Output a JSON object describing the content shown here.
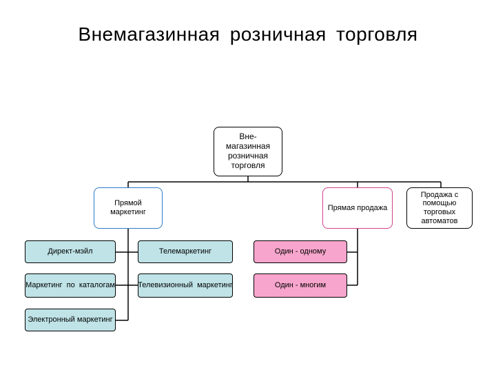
{
  "title": "Внемагазинная  розничная  торговля",
  "nodes": {
    "root": "Вне-\nмагазинная\nрозничная\nторговля",
    "direct_marketing": "Прямой\nмаркетинг",
    "direct_sale": "Прямая продажа",
    "vending": "Продажа с\nпомощью\nторговых\nавтоматов",
    "direct_mail": "Директ-мэйл",
    "telemarketing": "Телемаркетинг",
    "one_to_one": "Один - одному",
    "catalog_marketing": "Маркетинг  по  каталогам",
    "tv_marketing": "Телевизионный  маркетинг",
    "one_to_many": "Один - многим",
    "online_marketing": "Электронный маркетинг"
  },
  "colors": {
    "direct_marketing_border": "#2e79c7",
    "direct_sale_border": "#d0408a",
    "teal_fill": "#bfe3e7",
    "pink_fill": "#f7a5cc"
  }
}
